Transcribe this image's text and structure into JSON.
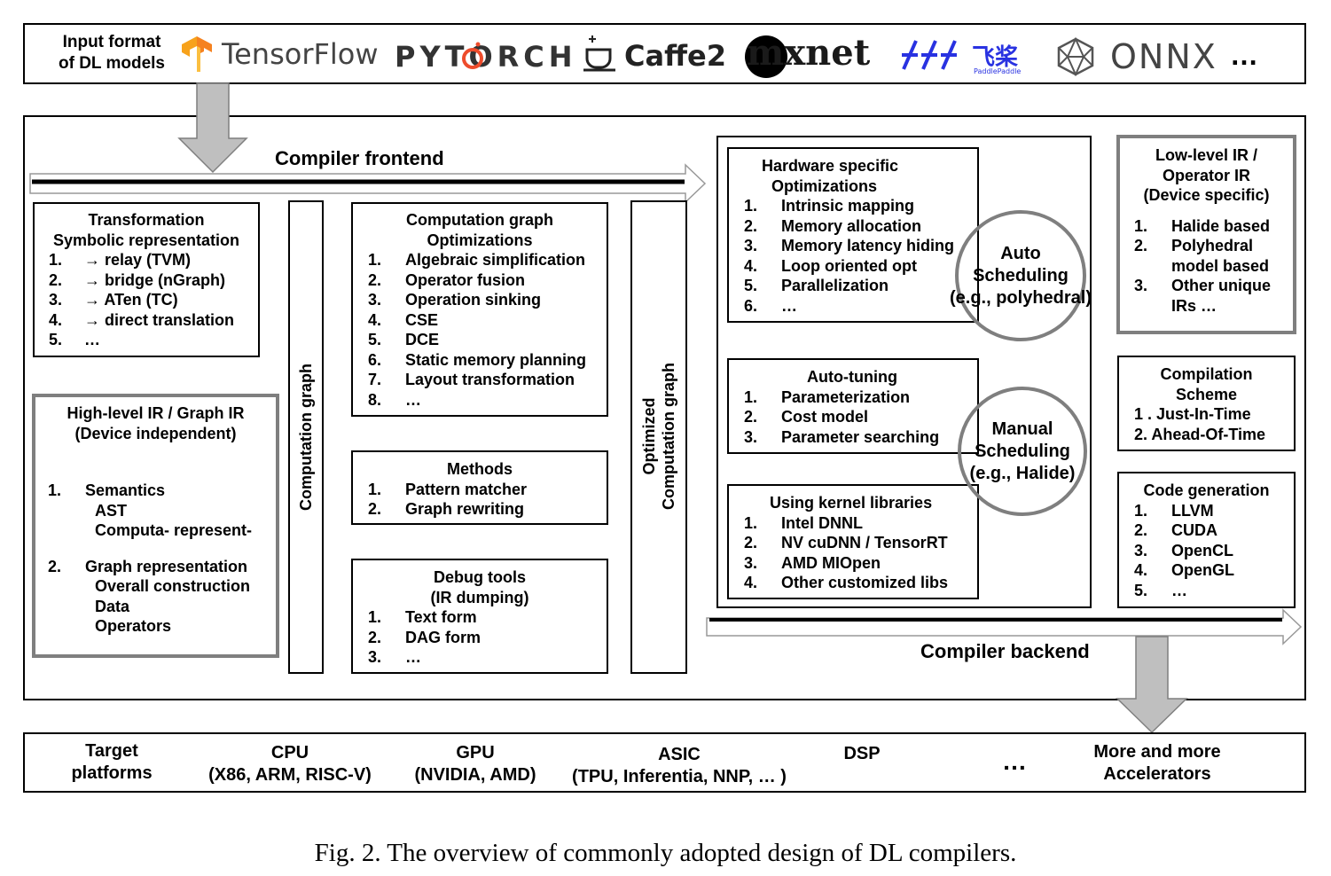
{
  "input": {
    "label_line1": "Input format",
    "label_line2": "of DL models",
    "frameworks": [
      "TensorFlow",
      "PYTORCH",
      "Caffe2",
      "mxnet",
      "飞桨",
      "PaddlePaddle",
      "ONNX",
      "…"
    ]
  },
  "frontend": {
    "label": "Compiler frontend",
    "transformation": {
      "title1": "Transformation",
      "title2": "Symbolic representation",
      "items": [
        "→ relay (TVM)",
        "→ bridge (nGraph)",
        "→ ATen (TC)",
        "→ direct translation",
        "…"
      ]
    },
    "high_level_ir": {
      "title1": "High-level IR / Graph IR",
      "title2": "(Device independent)",
      "item1": "Semantics",
      "item1_sub1": "AST",
      "item1_sub2": "Computa-  represent-",
      "item2": "Graph representation",
      "item2_sub1": "Overall construction",
      "item2_sub2": "Data",
      "item2_sub3": "Operators"
    },
    "computation_graph_label": "Computation graph",
    "graph_opt": {
      "title1": "Computation graph",
      "title2": "Optimizations",
      "items": [
        "Algebraic simplification",
        "Operator fusion",
        "Operation sinking",
        "CSE",
        "DCE",
        "Static memory planning",
        "Layout transformation",
        "…"
      ]
    },
    "methods": {
      "title": "Methods",
      "items": [
        "Pattern matcher",
        "Graph rewriting"
      ]
    },
    "debug": {
      "title1": "Debug tools",
      "title2": "(IR dumping)",
      "items": [
        "Text form",
        "DAG form",
        "…"
      ]
    },
    "optimized_graph_label1": "Optimized",
    "optimized_graph_label2": "Computation graph"
  },
  "backend": {
    "label": "Compiler backend",
    "hw_opt": {
      "title1": "Hardware specific",
      "title2": "Optimizations",
      "items": [
        "Intrinsic mapping",
        "Memory allocation",
        "Memory latency hiding",
        "Loop oriented opt",
        "Parallelization",
        "…"
      ]
    },
    "auto_sched": {
      "line1": "Auto",
      "line2": "Scheduling",
      "line3": "(e.g., polyhedral)"
    },
    "auto_tuning": {
      "title": "Auto-tuning",
      "items": [
        "Parameterization",
        "Cost model",
        "Parameter searching"
      ]
    },
    "manual_sched": {
      "line1": "Manual",
      "line2": "Scheduling",
      "line3": "(e.g., Halide)"
    },
    "kernel_libs": {
      "title": "Using kernel libraries",
      "items": [
        "Intel DNNL",
        "NV cuDNN  / TensorRT",
        "AMD MIOpen",
        "Other customized libs"
      ]
    },
    "low_level_ir": {
      "title1": "Low-level IR /",
      "title2": "Operator IR",
      "title3": "(Device specific)",
      "item1": "Halide based",
      "item2a": "Polyhedral",
      "item2b": "model based",
      "item3a": "Other unique",
      "item3b": "IRs …"
    },
    "compilation": {
      "title1": "Compilation",
      "title2": "Scheme",
      "item1": "1 . Just-In-Time",
      "item2": "2. Ahead-Of-Time"
    },
    "codegen": {
      "title": "Code generation",
      "items": [
        "LLVM",
        "CUDA",
        "OpenCL",
        "OpenGL",
        "…"
      ]
    }
  },
  "targets": {
    "label1": "Target",
    "label2": "platforms",
    "cpu1": "CPU",
    "cpu2": "(X86, ARM, RISC-V)",
    "gpu1": "GPU",
    "gpu2": "(NVIDIA, AMD)",
    "asic1": "ASIC",
    "asic2": "(TPU, Inferentia, NNP, … )",
    "dsp": "DSP",
    "more_dots": "…",
    "more1": "More and more",
    "more2": "Accelerators"
  },
  "caption": "Fig. 2.  The overview of commonly adopted design of DL compilers.",
  "colors": {
    "arrow_gray": "#bfbfbf",
    "border_gray": "#7f7f7f",
    "tf_orange": "#f5a623",
    "pytorch_orange": "#ee4c2c",
    "paddle_blue": "#2932e1"
  }
}
